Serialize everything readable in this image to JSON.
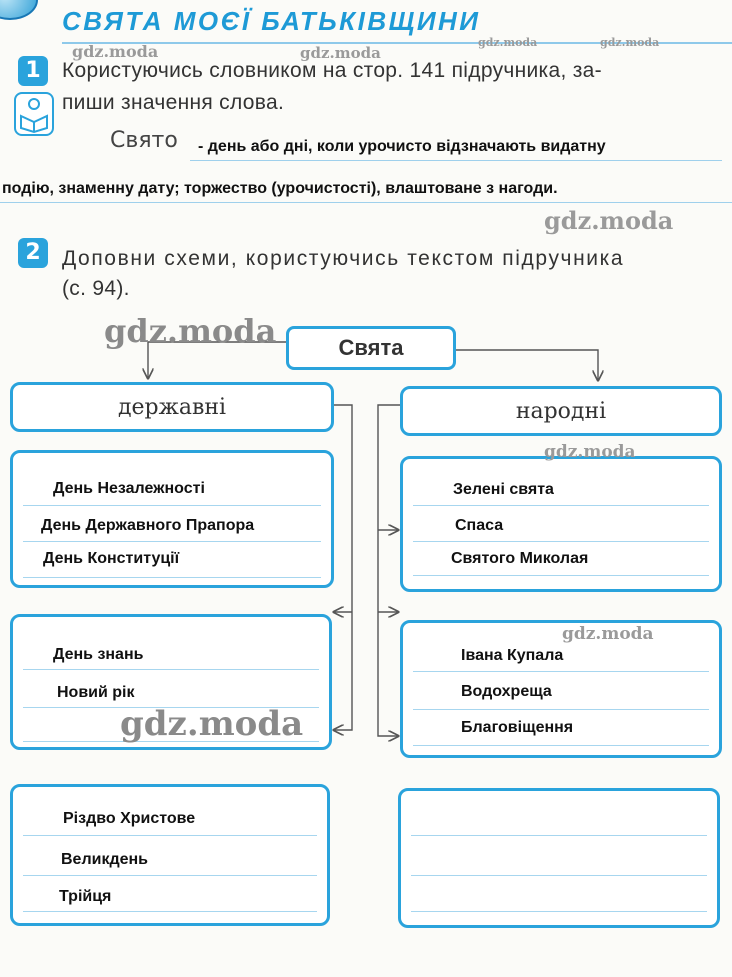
{
  "header": {
    "title": "СВЯТА МОЄЇ БАТЬКІВЩИНИ"
  },
  "task1": {
    "number": "1",
    "text_line1": "Користуючись словником на стор. 141 підручника, за-",
    "text_line2": "пиши значення слова.",
    "word": "Свято",
    "answer_line1": "- день або дні, коли урочисто відзначають видатну",
    "answer_line2": "подію, знаменну дату; торжество (урочистості), влаштоване з нагоди."
  },
  "task2": {
    "number": "2",
    "text_line1": "Доповни схеми, користуючись текстом підручника",
    "text_line2": "(с. 94)."
  },
  "scheme": {
    "root": "Свята",
    "left_category": "державні",
    "right_category": "народні",
    "left_box1": [
      "День Незалежності",
      "День Державного Прапора",
      "День Конституції"
    ],
    "left_box2": [
      "День знань",
      "Новий рік"
    ],
    "left_box3": [
      "Різдво Христове",
      "Великдень",
      "Трійця"
    ],
    "right_box1": [
      "Зелені свята",
      "Спаса",
      "Святого Миколая"
    ],
    "right_box2": [
      "Івана Купала",
      "Водохреща",
      "Благовіщення"
    ],
    "right_box3": []
  },
  "watermarks": [
    "gdz.moda",
    "gdz.moda",
    "gdz.moda",
    "gdz.moda",
    "gdz.moda",
    "gdz.moda",
    "gdz.moda",
    "gdz.moda",
    "gdz.moda"
  ]
}
